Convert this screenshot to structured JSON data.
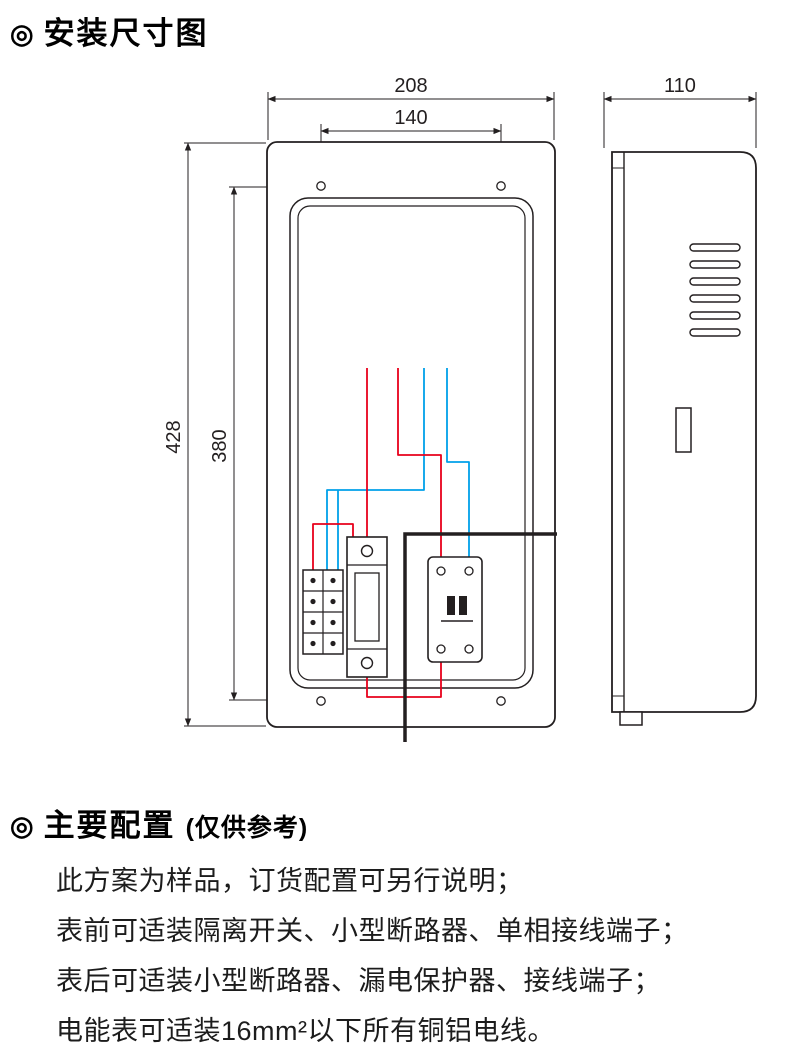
{
  "sections": {
    "install": {
      "bullet": "◎",
      "title": "安装尺寸图"
    },
    "config": {
      "bullet": "◎",
      "title": "主要配置",
      "subtitle": "(仅供参考)"
    }
  },
  "dimensions": {
    "width_outer": "208",
    "width_inner": "140",
    "depth": "110",
    "height_outer": "428",
    "height_inner": "380"
  },
  "notes": [
    "此方案为样品，订货配置可另行说明；",
    "表前可适装隔离开关、小型断路器、单相接线端子；",
    "表后可适装小型断路器、漏电保护器、接线端子；",
    "电能表可适装16mm²以下所有铜铝电线。"
  ],
  "colors": {
    "ink": "#231f20",
    "wire_red": "#e8001b",
    "wire_blue": "#00a0e9"
  }
}
